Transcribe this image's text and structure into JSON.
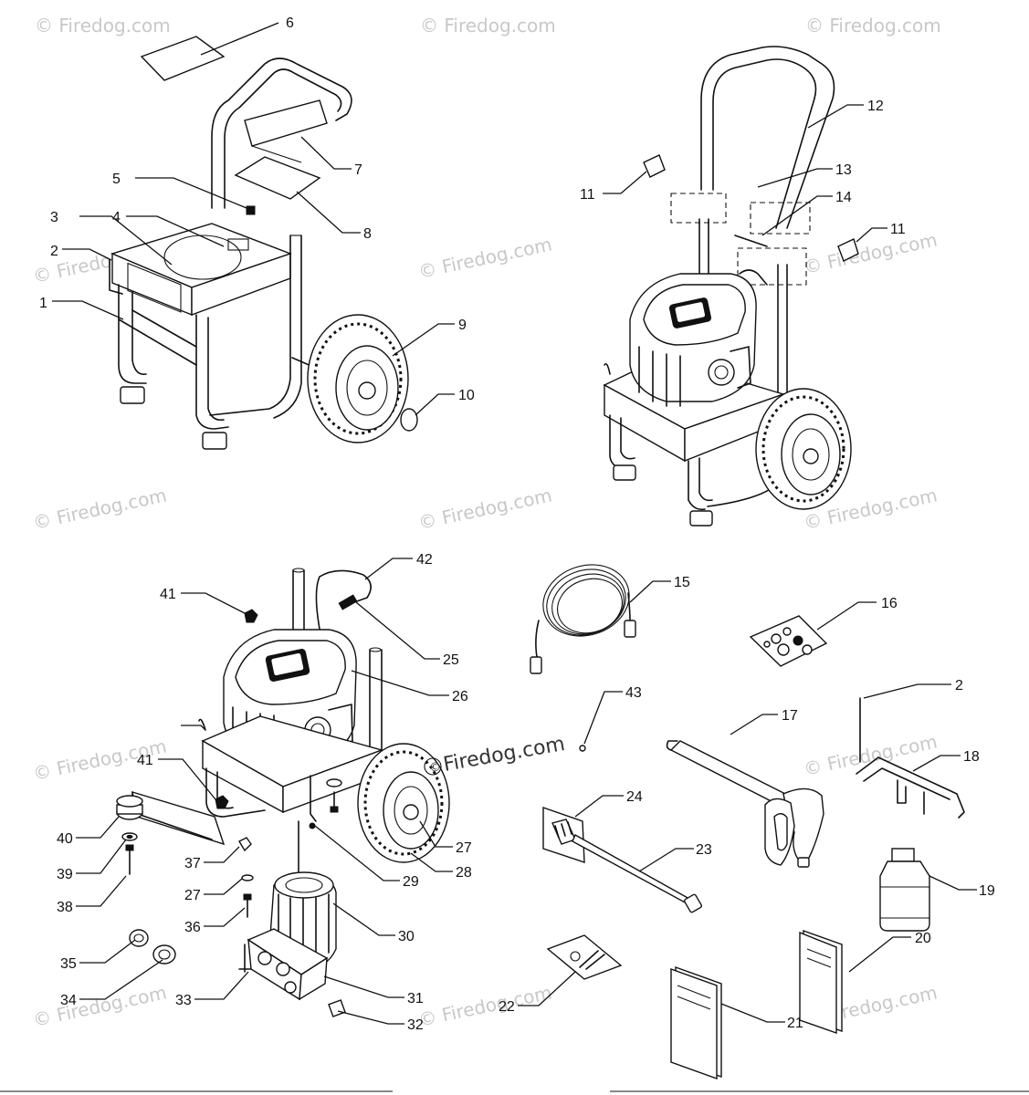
{
  "watermark": "© Firedog.com",
  "brand_mark": "Firedog.com",
  "callouts": [
    "1",
    "2",
    "3",
    "4",
    "5",
    "6",
    "7",
    "8",
    "9",
    "10",
    "11",
    "12",
    "13",
    "14",
    "11",
    "15",
    "16",
    "17",
    "18",
    "2",
    "19",
    "20",
    "21",
    "22",
    "23",
    "24",
    "25",
    "26",
    "27",
    "28",
    "29",
    "30",
    "31",
    "32",
    "33",
    "34",
    "35",
    "36",
    "37",
    "27",
    "38",
    "39",
    "40",
    "41",
    "41",
    "42",
    "43"
  ]
}
